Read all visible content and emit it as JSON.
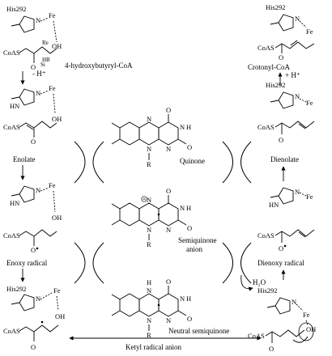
{
  "labels": {
    "his": "His292",
    "fe": "Fe",
    "hn": "HN",
    "n": "N",
    "coas": "CoAS",
    "o": "O",
    "oh": "OH",
    "h": "H",
    "r": "R",
    "re": "Re",
    "si": "Si",
    "hb": "HB",
    "minus_h": "- H⁺",
    "plus_h": "+ H⁺",
    "h2o": "H₂O",
    "substrate": "4-hydroxybutyryl-CoA",
    "product": "Crotonyl-CoA",
    "enolate": "Enolate",
    "enoxy": "Enoxy radical",
    "dienolate": "Dienolate",
    "dienoxy": "Dienoxy radical",
    "quinone": "Quinone",
    "semiquinone_1": "Semiquinone",
    "semiquinone_2": "anion",
    "neutral": "Neutral semiquinone",
    "ketyl": "Ketyl radical anion"
  },
  "colors": {
    "ink": "#000000",
    "background": "#ffffff"
  }
}
